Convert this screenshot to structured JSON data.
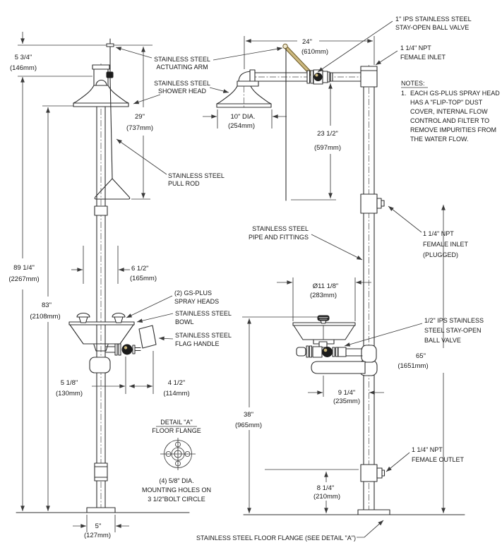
{
  "colors": {
    "ink": "#2e2e2e",
    "text": "#161616",
    "brass": "#cdb97e",
    "brass_dark": "#6e5c2b",
    "background": "#ffffff"
  },
  "dims": {
    "d5_34": {
      "in": "5 3/4\"",
      "mm": "(146mm)"
    },
    "d29": {
      "in": "29\"",
      "mm": "(737mm)"
    },
    "d89_14": {
      "in": "89 1/4\"",
      "mm": "(2267mm)"
    },
    "d83": {
      "in": "83\"",
      "mm": "(2108mm)"
    },
    "d6_12": {
      "in": "6 1/2\"",
      "mm": "(165mm)"
    },
    "d5_18": {
      "in": "5 1/8\"",
      "mm": "(130mm)"
    },
    "d4_12": {
      "in": "4 1/2\"",
      "mm": "(114mm)"
    },
    "d5": {
      "in": "5\"",
      "mm": "(127mm)"
    },
    "d24": {
      "in": "24\"",
      "mm": "(610mm)"
    },
    "d10": {
      "in": "10\" DIA.",
      "mm": "(254mm)"
    },
    "d23_12": {
      "in": "23 1/2\"",
      "mm": "(597mm)"
    },
    "d11_18": {
      "in": "Ø11 1/8\"",
      "mm": "(283mm)"
    },
    "d65": {
      "in": "65\"",
      "mm": "(1651mm)"
    },
    "d9_14": {
      "in": "9 1/4\"",
      "mm": "(235mm)"
    },
    "d38": {
      "in": "38\"",
      "mm": "(965mm)"
    },
    "d8_14": {
      "in": "8 1/4\"",
      "mm": "(210mm)"
    }
  },
  "labels": {
    "actuating_arm": {
      "l1": "STAINLESS STEEL",
      "l2": "ACTUATING ARM"
    },
    "shower_head": {
      "l1": "STAINLESS STEEL",
      "l2": "SHOWER HEAD"
    },
    "pull_rod": {
      "l1": "STAINLESS STEEL",
      "l2": "PULL ROD"
    },
    "spray_heads": {
      "l1": "(2) GS-PLUS",
      "l2": "SPRAY HEADS"
    },
    "bowl": {
      "l1": "STAINLESS STEEL",
      "l2": "BOWL"
    },
    "flag_handle": {
      "l1": "STAINLESS STEEL",
      "l2": "FLAG HANDLE"
    },
    "ball_valve_1": {
      "l1": "1\" IPS STAINLESS STEEL",
      "l2": "STAY-OPEN BALL VALVE"
    },
    "female_inlet": {
      "l1": "1 1/4\" NPT",
      "l2": "FEMALE INLET"
    },
    "pipe_fittings": {
      "l1": "STAINLESS STEEL",
      "l2": "PIPE AND FITTINGS"
    },
    "inlet_plugged": {
      "l1": "1 1/4\" NPT",
      "l2": "FEMALE INLET",
      "l3": "(PLUGGED)"
    },
    "ball_valve_12": {
      "l1": "1/2\" IPS STAINLESS",
      "l2": "STEEL STAY-OPEN",
      "l3": "BALL VALVE"
    },
    "female_outlet": {
      "l1": "1 1/4\" NPT",
      "l2": "FEMALE OUTLET"
    },
    "floor_flange_caption": "STAINLESS STEEL FLOOR FLANGE (SEE DETAIL \"A\")"
  },
  "notes": {
    "heading": "NOTES:",
    "item_number": "1.",
    "l1": "EACH GS-PLUS SPRAY HEAD",
    "l2": "HAS A \"FLIP-TOP\" DUST",
    "l3": "COVER, INTERNAL FLOW",
    "l4": "CONTROL AND FILTER TO",
    "l5": "REMOVE IMPURITIES FROM",
    "l6": "THE WATER FLOW."
  },
  "detail_a": {
    "title": "DETAIL \"A\"",
    "subtitle": "FLOOR FLANGE",
    "l1": "(4) 5/8\" DIA.",
    "l2": "MOUNTING HOLES ON",
    "l3": "3 1/2\"BOLT CIRCLE"
  }
}
